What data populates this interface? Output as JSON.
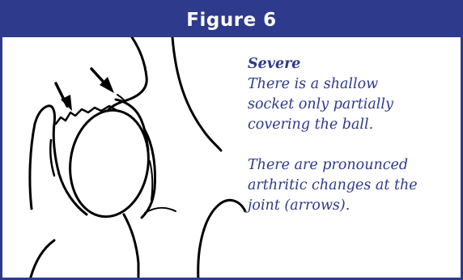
{
  "header": {
    "title": "Figure 6"
  },
  "caption": {
    "severity": "Severe",
    "line1": "There is a shallow",
    "line2": "socket only partially",
    "line3": "covering the ball.",
    "line4": "There are pronounced",
    "line5": "arthritic changes at the",
    "line6": "joint (arrows)."
  },
  "colors": {
    "frame": "#2e3a8c",
    "caption_text": "#2e3a8c",
    "line_art": "#000000",
    "background": "#ffffff"
  }
}
